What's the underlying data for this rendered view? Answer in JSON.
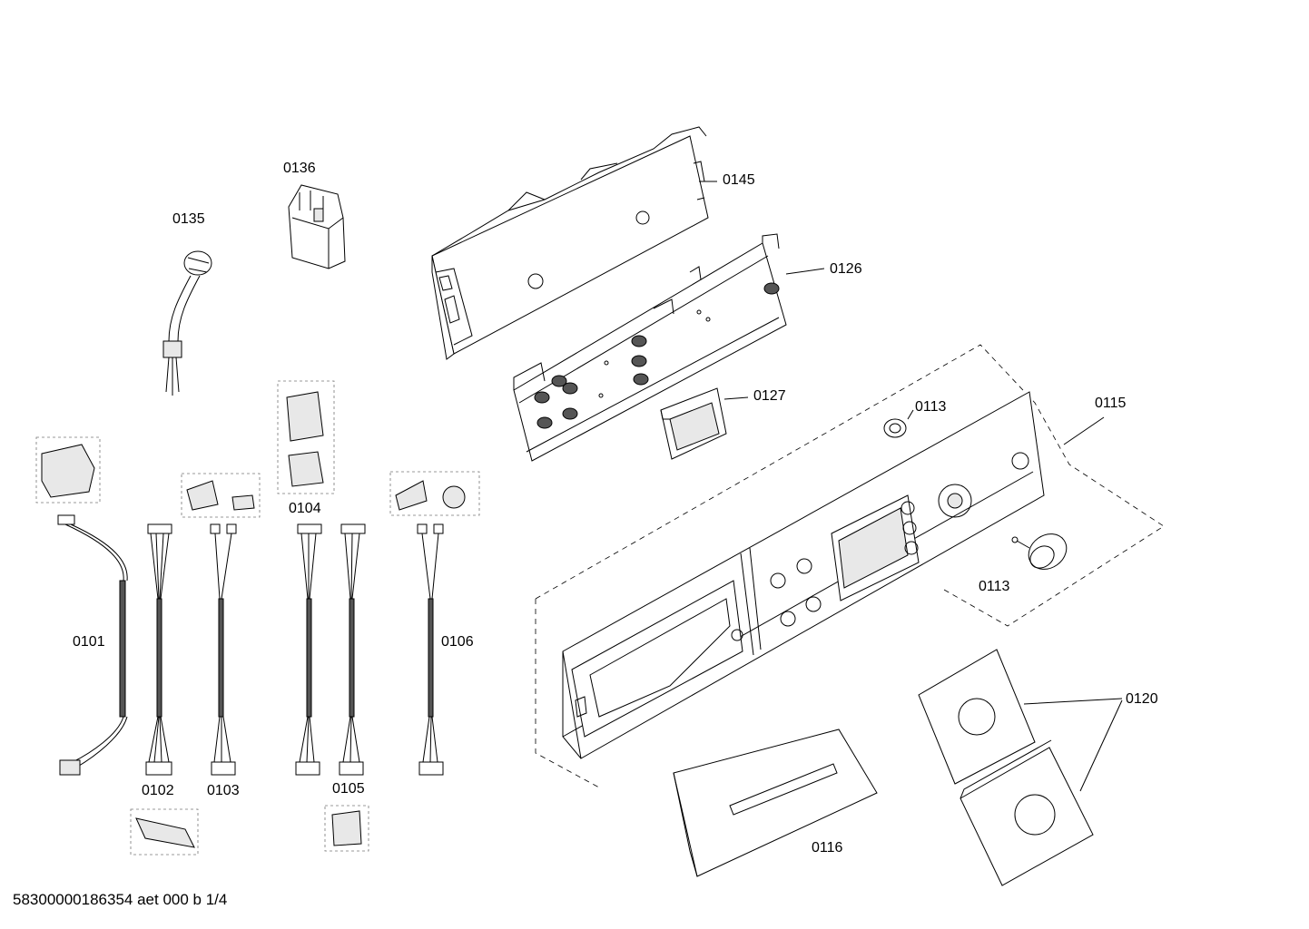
{
  "diagram": {
    "labels": {
      "p0101": "0101",
      "p0102": "0102",
      "p0103": "0103",
      "p0104": "0104",
      "p0105": "0105",
      "p0106": "0106",
      "p0113a": "0113",
      "p0113b": "0113",
      "p0115": "0115",
      "p0116": "0116",
      "p0120": "0120",
      "p0126": "0126",
      "p0127": "0127",
      "p0135": "0135",
      "p0136": "0136",
      "p0145": "0145"
    },
    "footer": "58300000186354 aet 000 b 1/4"
  }
}
